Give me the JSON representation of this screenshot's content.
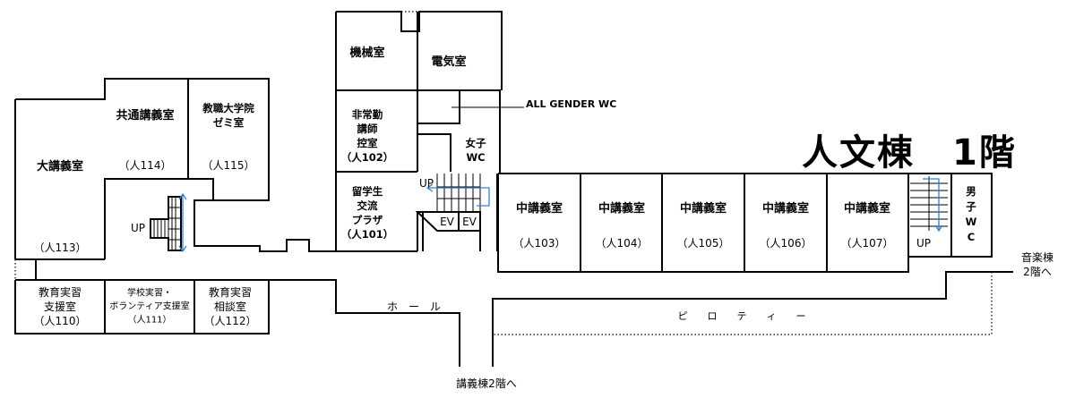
{
  "title": "人文棟　1階",
  "callout": "ALL GENDER WC",
  "rooms": {
    "dai": "大講義室",
    "dai_no": "（人113）",
    "kyotsu": "共通講義室",
    "kyotsu_no": "（人114）",
    "kyoshoku": "教職大学院\nゼミ室",
    "kyoshoku_no": "（人115）",
    "kikai": "機械室",
    "denki": "電気室",
    "hijokin": "非常勤\n講師\n控室\n（人102）",
    "ryugaku": "留学生\n交流\nプラザ\n（人101）",
    "joshi": "女子\nWC",
    "danshi": "男\n子\nW\nC",
    "ev1": "EV",
    "ev2": "EV",
    "up1": "UP",
    "up2": "UP",
    "up3": "UP",
    "ed1": "教育実習\n支援室\n（人110）",
    "ed2": "学校実習・\nボランティア支援室\n（人111）",
    "ed3": "教育実習\n相談室\n（人112）",
    "hall": "ホ　ー　ル",
    "piloti": "ピ　　ロ　　テ　　ィ　　ー",
    "ongaku": "音楽棟\n2階へ",
    "kogi": "講義棟2階へ"
  },
  "classrooms": [
    {
      "name": "中講義室",
      "no": "（人103）"
    },
    {
      "name": "中講義室",
      "no": "（人104）"
    },
    {
      "name": "中講義室",
      "no": "（人105）"
    },
    {
      "name": "中講義室",
      "no": "（人106）"
    },
    {
      "name": "中講義室",
      "no": "（人107）"
    }
  ]
}
